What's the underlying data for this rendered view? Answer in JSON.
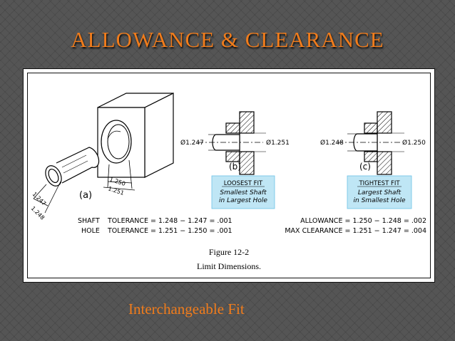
{
  "slide": {
    "title": "ALLOWANCE & CLEARANCE",
    "caption": "Interchangeable Fit"
  },
  "figure": {
    "part_a_label": "(a)",
    "dims_a": [
      "1.250",
      "1.251",
      "1.247",
      "1.248"
    ],
    "part_b_label": "(b)",
    "part_b_left_dim": "Ø1.247",
    "part_b_right_dim": "Ø1.251",
    "part_b_box_title": "LOOSEST FIT",
    "part_b_box_line1": "Smallest Shaft",
    "part_b_box_line2": "in Largest Hole",
    "part_c_label": "(c)",
    "part_c_left_dim": "Ø1.248",
    "part_c_right_dim": "Ø1.250",
    "part_c_box_title": "TIGHTEST FIT",
    "part_c_box_line1": "Largest Shaft",
    "part_c_box_line2": "in Smallest Hole",
    "shaft_tolerance_label": "SHAFT",
    "shaft_tolerance_eq": "TOLERANCE = 1.248 − 1.247 = .001",
    "hole_tolerance_label": "HOLE",
    "hole_tolerance_eq": "TOLERANCE = 1.251 − 1.250 = .001",
    "allowance_eq": "ALLOWANCE = 1.250 − 1.248 = .002",
    "max_clearance_eq": "MAX CLEARANCE = 1.251 − 1.247 = .004",
    "figure_number": "Figure 12-2",
    "figure_title": "Limit Dimensions."
  },
  "colors": {
    "title": "#f07c1c",
    "box_fill": "#bfe6f5"
  }
}
